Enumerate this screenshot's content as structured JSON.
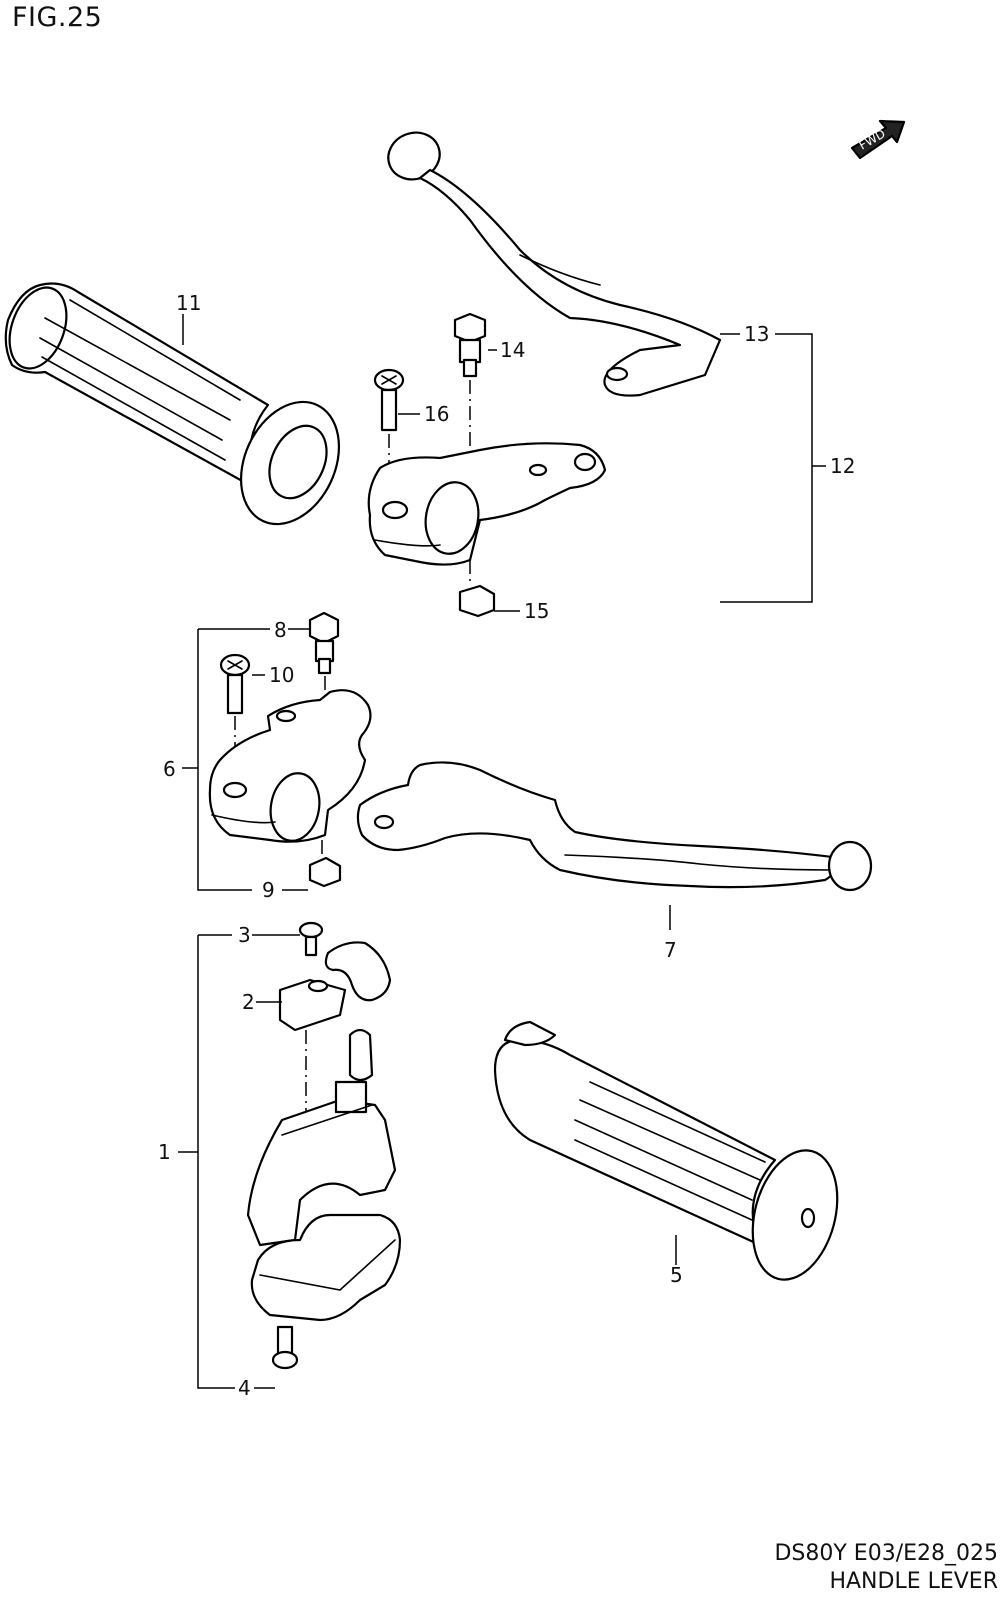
{
  "figure": {
    "title": "FIG.25",
    "model_code": "DS80Y E03/E28_025",
    "caption": "HANDLE LEVER",
    "fwd_label": "FWD"
  },
  "parts": [
    {
      "id": "1",
      "label": "1"
    },
    {
      "id": "2",
      "label": "2"
    },
    {
      "id": "3",
      "label": "3"
    },
    {
      "id": "4",
      "label": "4"
    },
    {
      "id": "5",
      "label": "5"
    },
    {
      "id": "6",
      "label": "6"
    },
    {
      "id": "7",
      "label": "7"
    },
    {
      "id": "8",
      "label": "8"
    },
    {
      "id": "9",
      "label": "9"
    },
    {
      "id": "10",
      "label": "10"
    },
    {
      "id": "11",
      "label": "11"
    },
    {
      "id": "12",
      "label": "12"
    },
    {
      "id": "13",
      "label": "13"
    },
    {
      "id": "14",
      "label": "14"
    },
    {
      "id": "15",
      "label": "15"
    },
    {
      "id": "16",
      "label": "16"
    }
  ]
}
